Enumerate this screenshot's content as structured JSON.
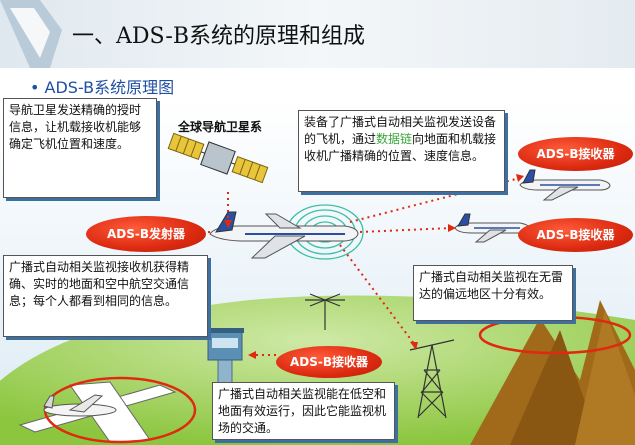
{
  "slide": {
    "title": "一、ADS-B系统的原理和组成",
    "subtitle_bullet": "•",
    "subtitle": "ADS-B系统原理图"
  },
  "labels": {
    "satellite": "全球导航卫星系",
    "transmitter": "ADS-B发射器",
    "receiver_top": "ADS-B接收器",
    "receiver_mid": "ADS-B接收器",
    "receiver_ground": "ADS-B接收器"
  },
  "boxes": {
    "nav_sat": "导航卫星发送精确的授时信息，让机载接收机能够确定飞机位置和速度。",
    "equipped_plane_pre": "装备了广播式自动相关监视发送设备的飞机，通过",
    "equipped_plane_hl": "数据链",
    "equipped_plane_post": "向地面和机载接收机广播精确的位置、速度信息。",
    "receiver_info": "广播式自动相关监视接收机获得精确、实时的地面和空中航空交通信息；每个人都看到相同的信息。",
    "remote": "广播式自动相关监视在无雷达的偏远地区十分有效。",
    "ground": "广播式自动相关监视能在低空和地面有效运行，因此它能监视机场的交通。"
  },
  "colors": {
    "pill_red": "#dc2a10",
    "title_blue": "#1f4fa3",
    "box_shadow": "#3d6fa0",
    "ground_green": "#8cc63f",
    "mountain": "#a06a1a"
  }
}
